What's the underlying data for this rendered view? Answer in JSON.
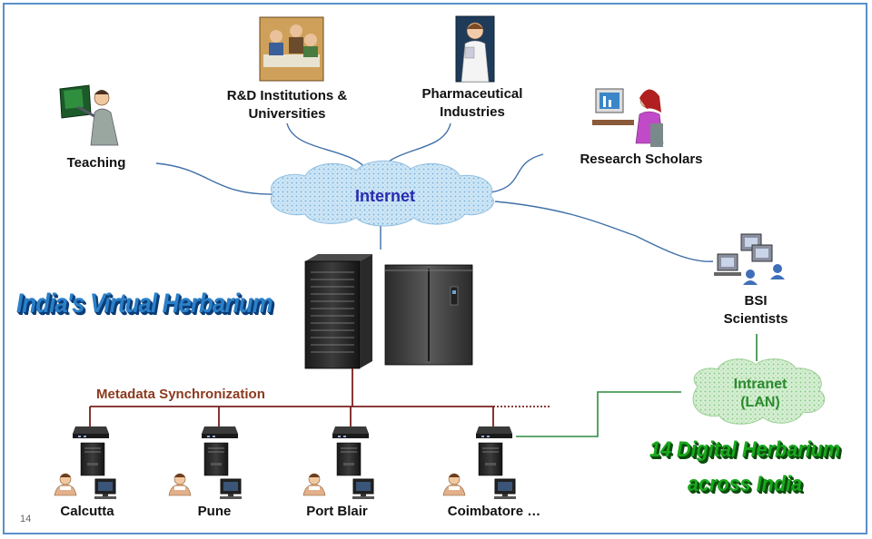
{
  "diagram": {
    "title": "India's Virtual Herbarium",
    "internet_label": "Internet",
    "intranet_label": "Intranet\n(LAN)",
    "metadata_label": "Metadata Synchronization",
    "herbarium_caption": "14 Digital Herbarium\nacross India",
    "page_number": "14",
    "users": {
      "teaching": "Teaching",
      "rnd": "R&D Institutions &\nUniversities",
      "pharma": "Pharmaceutical\nIndustries",
      "scholars": "Research Scholars",
      "bsi": "BSI\nScientists"
    },
    "nodes": [
      "Calcutta",
      "Pune",
      "Port Blair",
      "Coimbatore …"
    ],
    "colors": {
      "title_blue": "#2b80c8",
      "caption_green": "#19a81d",
      "trunk_brown": "#7a1f1f",
      "link_green": "#2e8b3e",
      "link_blue": "#3e6fa8"
    },
    "icons": [
      "teacher-icon",
      "meeting-photo-icon",
      "doctor-icon",
      "scholar-computer-icon",
      "networked-pcs-icon",
      "server-rack-icon",
      "storage-cabinet-icon",
      "network-switch-icon",
      "desktop-pc-icon"
    ]
  }
}
